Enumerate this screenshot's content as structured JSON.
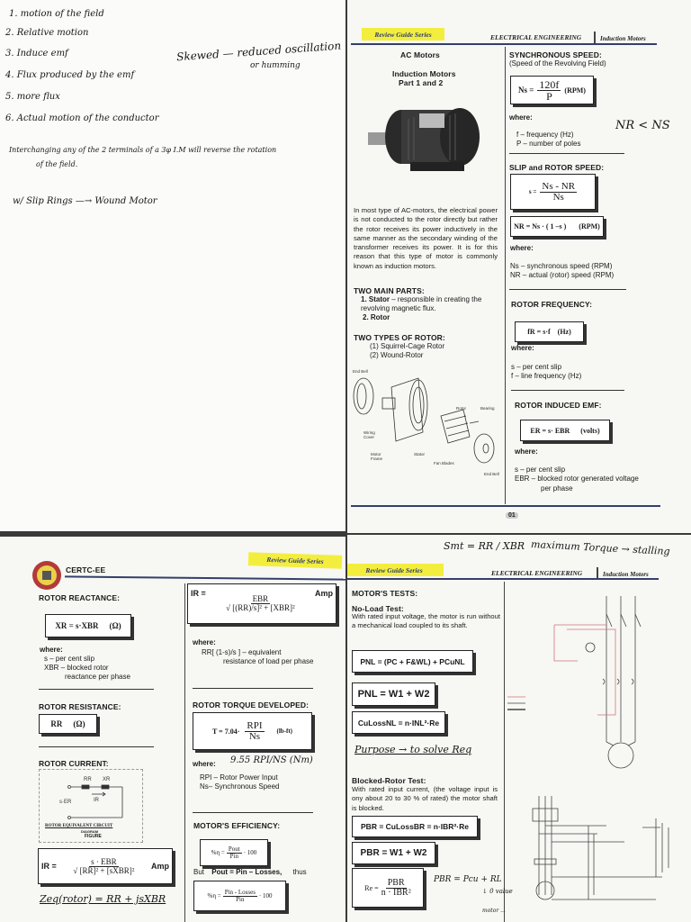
{
  "notes": {
    "items": [
      "1. motion of the field",
      "2. Relative motion",
      "3. Induce emf",
      "4. Flux produced by the emf",
      "5. more flux",
      "6. Actual motion of the conductor"
    ],
    "skewed": "Skewed — reduced oscillation",
    "skewed2": "or humming",
    "interchange": "Interchanging any of the 2 terminals of a 3φ I.M will reverse the rotation",
    "interchange2": "of the field.",
    "slip": "w/ Slip Rings —→ Wound Motor"
  },
  "page1": {
    "series": "Review Guide Series",
    "subject": "ELECTRICAL ENGINEERING",
    "topic": "Induction Motors",
    "title": "AC Motors",
    "subtitle": "Induction Motors",
    "subtitle2": "Part 1 and 2",
    "intro": "In most type of AC-motors, the electrical power is not conducted to the rotor directly but rather the rotor receives its power inductively in the same manner as the secondary winding of the transformer receives its power. It is for this reason that this type of motor is commonly known as induction motors.",
    "parts_heading": "TWO MAIN PARTS:",
    "stator": "1. Stator",
    "stator_desc": " – responsible in creating the",
    "stator_desc2": "revolving magnetic flux.",
    "rotor": "2. Rotor",
    "types_heading": "TWO TYPES OF ROTOR:",
    "type1": "(1) Squirrel-Cage Rotor",
    "type2": "(2) Wound-Rotor",
    "figure_labels": [
      "End Bell",
      "Rotor",
      "Bearing",
      "Wiring Cover",
      "Motor Frame",
      "Stator",
      "Fan Blades",
      "End Bell"
    ],
    "sync_heading": "SYNCHRONOUS SPEED:",
    "sync_sub": "(Speed of the Revolving Field)",
    "ns_lhs": "Ns =",
    "ns_num": "120f",
    "ns_den": "P",
    "ns_unit": "(RPM)",
    "where": "where:",
    "f_def": "f – frequency (Hz)",
    "p_def": "P – number of poles",
    "note_nr": "NR < NS",
    "slip_heading": "SLIP and ROTOR SPEED:",
    "s_lhs": "s =",
    "s_num": "Ns - NR",
    "s_den": "Ns",
    "nr_formula": "NR = Ns · ( 1 –s )",
    "nr_unit": "(RPM)",
    "ns_def": "Ns – synchronous speed (RPM)",
    "nr_def": "NR – actual (rotor) speed (RPM)",
    "freq_heading": "ROTOR FREQUENCY:",
    "fr_formula": "fR = s·f",
    "fr_unit": "(Hz)",
    "s_def": "s – per cent slip",
    "fline_def": "f – line frequency (Hz)",
    "emf_heading": "ROTOR INDUCED EMF:",
    "er_formula": "ER = s· EBR",
    "er_unit": "(volts)",
    "ebr_def": "EBR – blocked rotor generated voltage",
    "ebr_def2": "per phase",
    "page_number": "01"
  },
  "page2": {
    "org": "CERTC-EE",
    "series": "Review Guide Series",
    "react_heading": "ROTOR REACTANCE:",
    "xr_formula": "XR = s·XBR",
    "ohm": "(Ω)",
    "where": "where:",
    "s_def": "s – per cent slip",
    "xbr_def": "XBR – blocked rotor",
    "xbr_def2": "reactance per phase",
    "res_heading": "ROTOR RESISTANCE:",
    "rr": "RR",
    "current_heading": "ROTOR CURRENT:",
    "circuit_labels": [
      "RR",
      "XR",
      "s·ER",
      "IR"
    ],
    "circuit_caption": "ROTOR EQUIVALENT CIRCUIT",
    "circuit_caption2": "DIAGRAM",
    "circuit_caption3": "FIGURE",
    "ir_lhs": "IR =",
    "ir_num": "s · EBR",
    "ir_den": "√ [RR]² + [sXBR]²",
    "amp": "Amp",
    "zeq_note": "Zeq(rotor) = RR + jsXBR",
    "ir2_num": "EBR",
    "ir2_den": "√ [(RR)/s]² + [XBR]²",
    "rr_def": "RR[ (1-s)/s ] – equivalent",
    "rr_def2": "resistance of load per phase",
    "torque_heading": "ROTOR TORQUE DEVELOPED:",
    "t_lhs": "T = 7.04·",
    "t_num": "RPI",
    "t_den": "Ns",
    "t_unit": "(lb-ft)",
    "torque_note": "9.55 RPI/NS (Nm)",
    "rpi_def": "RPI – Rotor Power Input",
    "nsync_def": "Ns– Synchronous Speed",
    "eff_heading": "MOTOR'S EFFICIENCY:",
    "eff_lhs": "%η =",
    "eff_num": "Pout",
    "eff_den": "Pin",
    "eff_mul": "· 100",
    "but": "But",
    "pout_rel": "Pout = Pin – Losses,",
    "thus": "thus",
    "eff2_num": "Pin - Losses"
  },
  "page3": {
    "note_smt": "Smt = RR / XBR",
    "note_torque": "maximum Torque → stalling",
    "series": "Review Guide Series",
    "subject": "ELECTRICAL ENGINEERING",
    "topic": "Induction Motors",
    "tests_heading": "MOTOR'S TESTS:",
    "noload_heading": "No-Load Test:",
    "noload_text": "With rated input voltage, the motor is run without a mechanical load coupled to its shaft.",
    "pnl1": "PNL = (PC + F&WL) + PCuNL",
    "pnl2": "PNL = W1 + W2",
    "culoss_nl": "CuLossNL = n·INL²·Re",
    "purpose_note": "Purpose → to solve Req",
    "blocked_heading": "Blocked-Rotor Test:",
    "blocked_text": "With rated input current, (the voltage input is ony about 20 to 30 % of rated) the motor shaft is blocked.",
    "pbr1": "PBR = CuLossBR = n·IBR²·Re",
    "pbr2": "PBR = W1 + W2",
    "re_lhs": "Re =",
    "re_num": "PBR",
    "re_den": "n · IBR²",
    "pbr_note": "PBR = Pcu + RL",
    "pbr_note2": "↓ 0 value",
    "pbr_note3": "motor ..."
  },
  "colors": {
    "highlight": "#f3ee3e",
    "rule": "#33406a",
    "paper": "#f7f7f4"
  }
}
